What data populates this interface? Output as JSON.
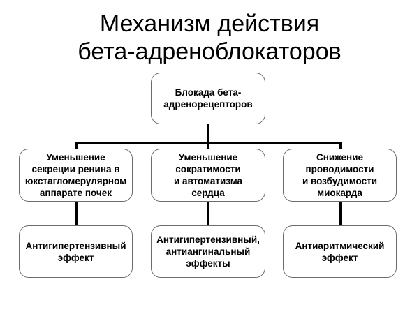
{
  "title": {
    "line1": "Механизм действия",
    "line2": "бета-адреноблокаторов"
  },
  "root": {
    "label": "Блокада бета-\nадренорецепторов"
  },
  "mechanisms": [
    {
      "label": "Уменьшение\nсекреции ренина в\nюкстагломерулярном\nаппарате почек"
    },
    {
      "label": "Уменьшение\nсократимости\nи автоматизма\nсердца"
    },
    {
      "label": "Снижение\nпроводимости\nи возбудимости\nмиокарда"
    }
  ],
  "effects": [
    {
      "label": "Антигипертензивный\nэффект"
    },
    {
      "label": "Антигипертензивный,\nантиангинальный\nэффекты"
    },
    {
      "label": "Антиаритмический\nэффект"
    }
  ]
}
